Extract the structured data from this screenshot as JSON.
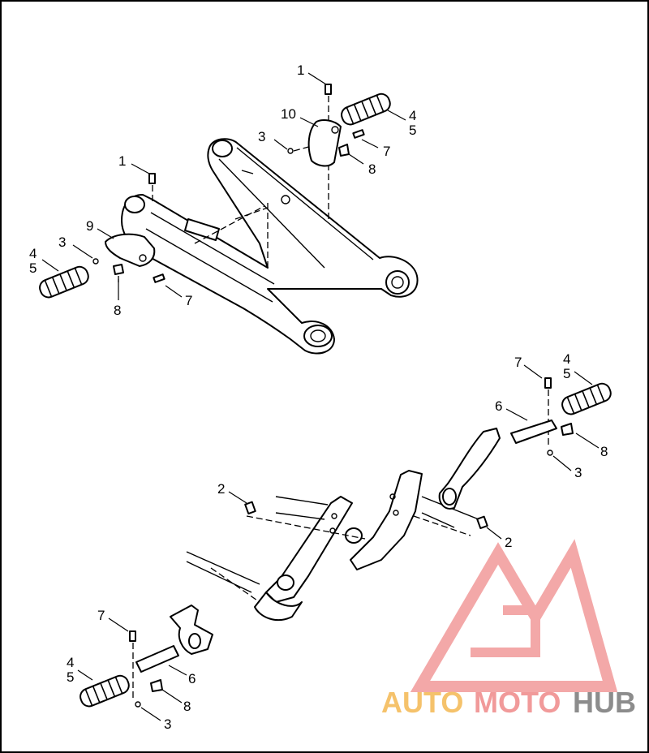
{
  "diagram": {
    "callouts": [
      {
        "id": "c1a",
        "label": "1"
      },
      {
        "id": "c10",
        "label": "10"
      },
      {
        "id": "c3a",
        "label": "3"
      },
      {
        "id": "c4a",
        "label": "4"
      },
      {
        "id": "c5a",
        "label": "5"
      },
      {
        "id": "c7a",
        "label": "7"
      },
      {
        "id": "c8a",
        "label": "8"
      },
      {
        "id": "c1b",
        "label": "1"
      },
      {
        "id": "c9",
        "label": "9"
      },
      {
        "id": "c3b",
        "label": "3"
      },
      {
        "id": "c4b",
        "label": "4"
      },
      {
        "id": "c5b",
        "label": "5"
      },
      {
        "id": "c8b",
        "label": "8"
      },
      {
        "id": "c7b",
        "label": "7"
      },
      {
        "id": "c7c",
        "label": "7"
      },
      {
        "id": "c4c",
        "label": "4"
      },
      {
        "id": "c5c",
        "label": "5"
      },
      {
        "id": "c6a",
        "label": "6"
      },
      {
        "id": "c8c",
        "label": "8"
      },
      {
        "id": "c3c",
        "label": "3"
      },
      {
        "id": "c2a",
        "label": "2"
      },
      {
        "id": "c2b",
        "label": "2"
      },
      {
        "id": "c7d",
        "label": "7"
      },
      {
        "id": "c4d",
        "label": "4"
      },
      {
        "id": "c5d",
        "label": "5"
      },
      {
        "id": "c6b",
        "label": "6"
      },
      {
        "id": "c8d",
        "label": "8"
      },
      {
        "id": "c3d",
        "label": "3"
      }
    ]
  },
  "watermark": {
    "text_part1": "AUTO",
    "text_part2": "MOTO",
    "text_part3": "HUB",
    "colors": {
      "auto": "#f5c26b",
      "moto": "#f19a9a",
      "hub": "#8c8c8c",
      "logo": "#f19a9a"
    }
  }
}
